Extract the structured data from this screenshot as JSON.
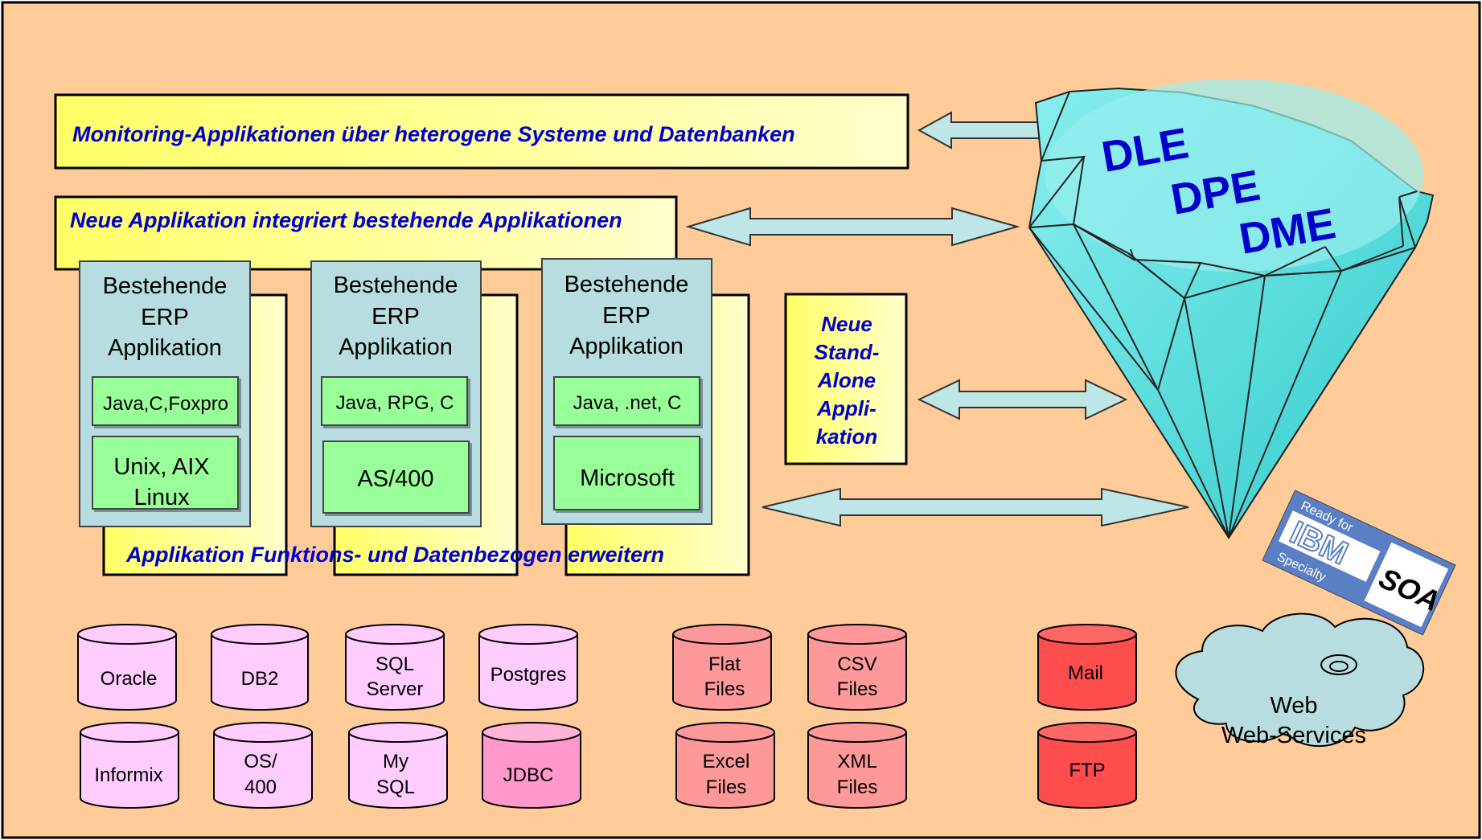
{
  "banners": {
    "monitoring": "Monitoring-Applikationen über heterogene Systeme und Datenbanken",
    "integration": "Neue Applikation integriert bestehende Applikationen",
    "extend": "Applikation Funktions- und Datenbezogen erweitern"
  },
  "erp_apps": [
    {
      "title": [
        "Bestehende",
        "ERP",
        "Applikation"
      ],
      "lang": "Java,C,Foxpro",
      "platform": [
        "Unix, AIX",
        "Linux"
      ]
    },
    {
      "title": [
        "Bestehende",
        "ERP",
        "Applikation"
      ],
      "lang": "Java, RPG, C",
      "platform": [
        "AS/400"
      ]
    },
    {
      "title": [
        "Bestehende",
        "ERP",
        "Applikation"
      ],
      "lang": "Java, .net, C",
      "platform": [
        "Microsoft"
      ]
    }
  ],
  "standalone": [
    "Neue",
    "Stand-",
    "Alone",
    "Appli-",
    "kation"
  ],
  "diamond": [
    "DLE",
    "DPE",
    "DME"
  ],
  "badge": {
    "top": "Ready for",
    "brand": "IBM",
    "bottom": "Specialty",
    "soa": "SOA"
  },
  "databases": [
    [
      "Oracle"
    ],
    [
      "DB2"
    ],
    [
      "SQL",
      "Server"
    ],
    [
      "Postgres"
    ],
    [
      "Informix"
    ],
    [
      "OS/",
      "400"
    ],
    [
      "My",
      "SQL"
    ],
    [
      "JDBC"
    ]
  ],
  "files": [
    [
      "Flat",
      "Files"
    ],
    [
      "CSV",
      "Files"
    ],
    [
      "Excel",
      "Files"
    ],
    [
      "XML",
      "Files"
    ]
  ],
  "transfer": [
    [
      "Mail"
    ],
    [
      "FTP"
    ]
  ],
  "web": [
    "Web",
    "Web-Services"
  ],
  "colors": {
    "background": "#ffcc99",
    "banner": "#ffff99",
    "banner_text": "#0000cc",
    "erp_box": "#b7dde0",
    "inner_box": "#99ff99",
    "db_pink": "#ffccff",
    "db_jdbc": "#ff99cc",
    "file_red": "#ff9999",
    "transfer_red": "#ff4d4d",
    "diamond": "#66dddd",
    "arrow": "#bfe6e6",
    "cloud": "#b7dde0"
  }
}
